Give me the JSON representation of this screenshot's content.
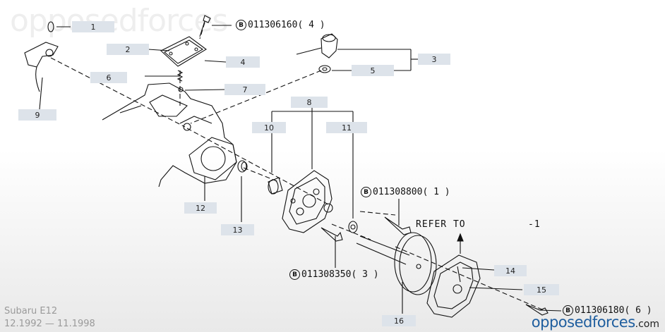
{
  "watermark": "opposedforces",
  "model": {
    "name": "Subaru E12",
    "period": "12.1992 — 11.1998"
  },
  "brand": {
    "name": "opposedforces",
    "tld": ".com"
  },
  "refer": {
    "text": "REFER TO",
    "suffix": "-1"
  },
  "callouts": [
    "1",
    "2",
    "3",
    "4",
    "5",
    "6",
    "7",
    "8",
    "9",
    "10",
    "11",
    "12",
    "13",
    "14",
    "15",
    "16"
  ],
  "part_refs": [
    {
      "symbol": "B",
      "number": "011306160",
      "qty": "( 4 )"
    },
    {
      "symbol": "B",
      "number": "011308800",
      "qty": "( 1 )"
    },
    {
      "symbol": "B",
      "number": "011308350",
      "qty": "( 3 )"
    },
    {
      "symbol": "B",
      "number": "011306180",
      "qty": "( 6 )"
    }
  ]
}
